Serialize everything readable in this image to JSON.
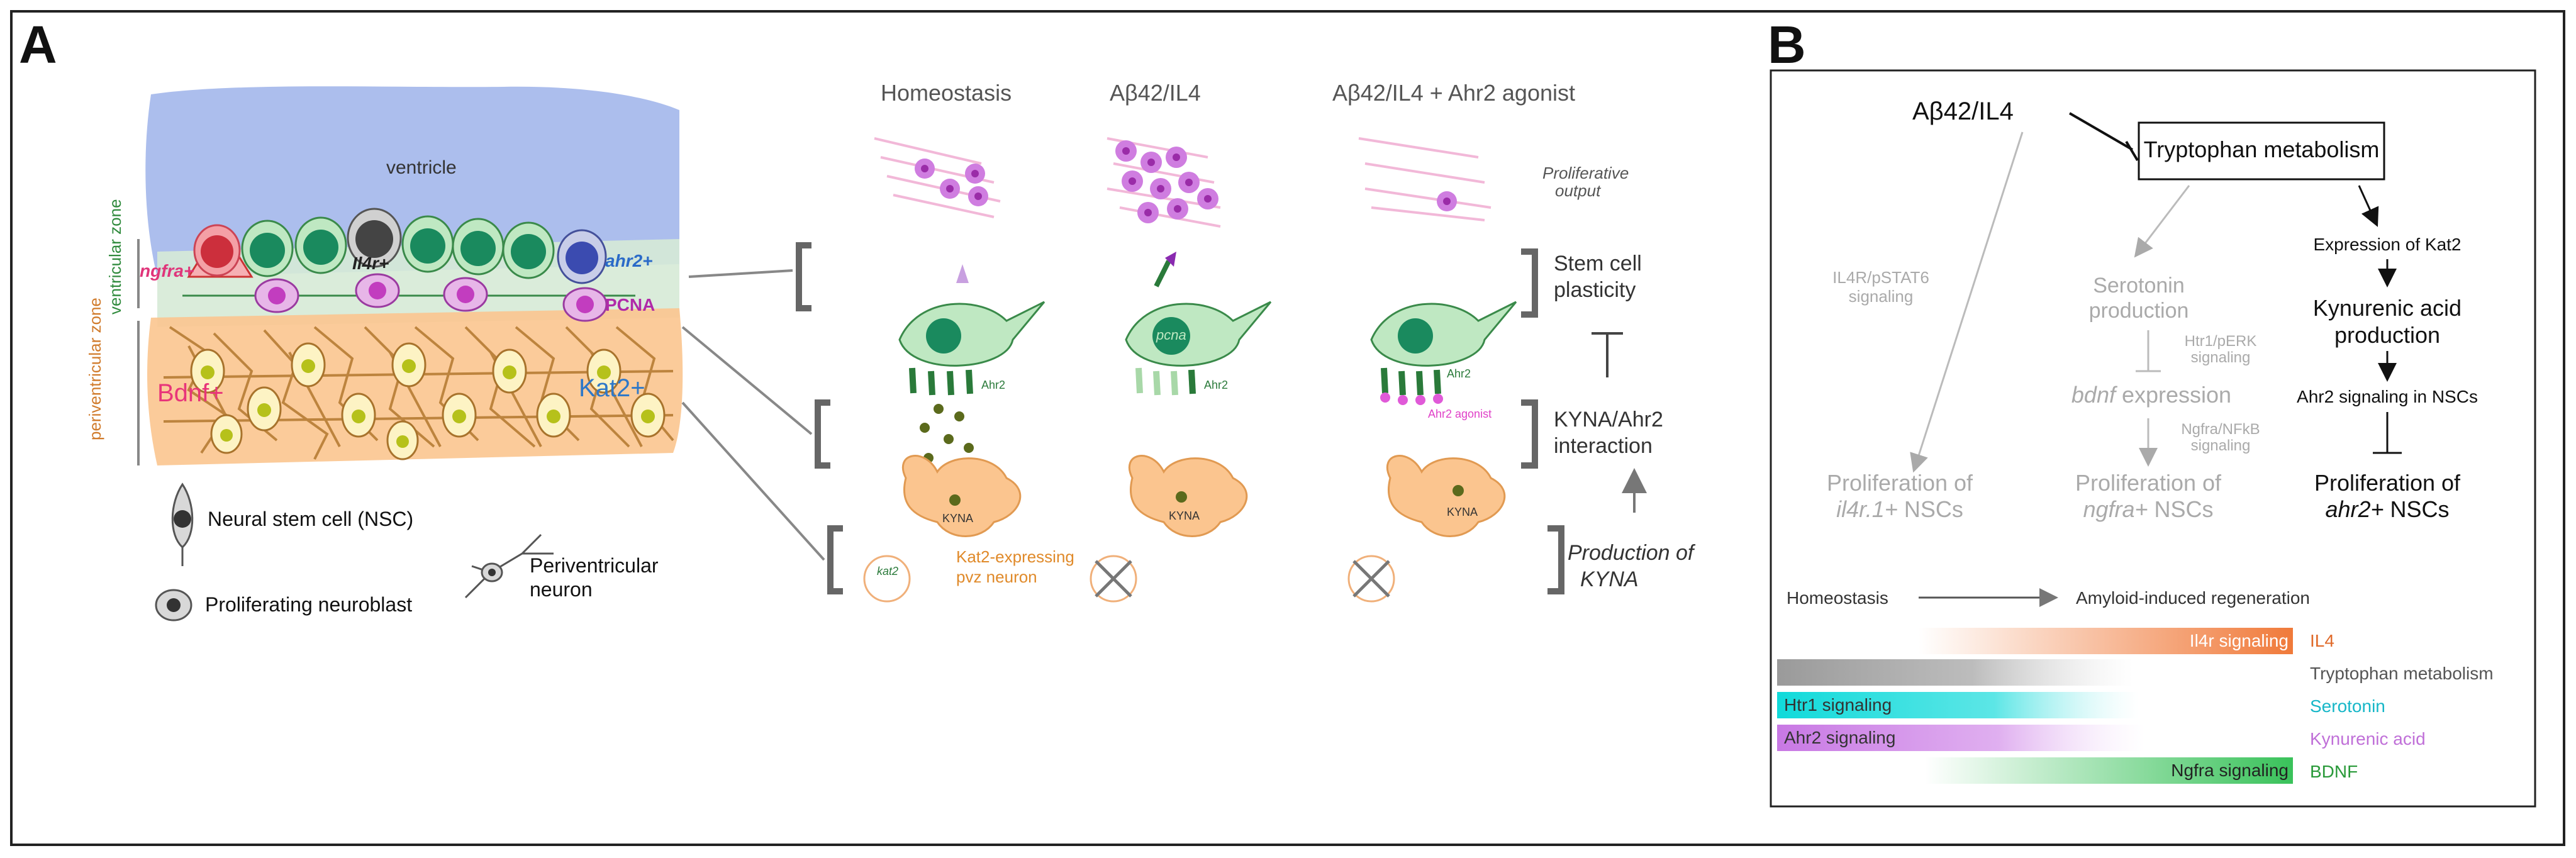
{
  "panel_a": {
    "letter": "A",
    "ventricle": "ventricle",
    "ventricular_zone": "ventricular zone",
    "periventricular_zone": "periventricular zone",
    "ngfra": "ngfra+",
    "il4r": "Il4r+",
    "ahr2": "ahr2+",
    "pcna": "PCNA",
    "bdnf": "Bdnf+",
    "kat2": "Kat2+",
    "legend": {
      "nsc": "Neural stem cell (NSC)",
      "neuroblast": "Proliferating neuroblast",
      "neuron": "Periventricular neuron"
    },
    "columns": [
      "Homeostasis",
      "Aβ42/IL4",
      "Aβ42/IL4 + Ahr2 agonist"
    ],
    "proliferative_output": "Proliferative output",
    "stem_cell_plasticity": "Stem cell plasticity",
    "kyna_interaction": "KYNA/Ahr2 interaction",
    "production_kyna": "Production of KYNA",
    "small": {
      "ahr2": "Ahr2",
      "pcna": "pcna",
      "kyna": "KYNA",
      "kat2": "kat2",
      "ahr2_agonist": "Ahr2 agonist"
    },
    "kat2_neuron": "Kat2-expressing pvz neuron"
  },
  "panel_b": {
    "letter": "B",
    "abeta": "Aβ42/IL4",
    "tryptophan": "Tryptophan metabolism",
    "il4r_signaling": "IL4R/pSTAT6 signaling",
    "serotonin_production": "Serotonin production",
    "htr1": "Htr1/pERK signaling",
    "bdnf_expr_italic": "bdnf",
    "bdnf_expr_rest": " expression",
    "ngfra_nfkb": "Ngfra/NFkB signaling",
    "prolif_il4r_1": "Proliferation of",
    "prolif_il4r_2": "il4r.1+",
    "prolif_il4r_3": " NSCs",
    "prolif_ngfra_1": "Proliferation of",
    "prolif_ngfra_2": "ngfra+",
    "prolif_ngfra_3": " NSCs",
    "kat2_expr": "Expression of Kat2",
    "kynurenic_1": "Kynurenic acid",
    "kynurenic_2": "production",
    "ahr2_nsc": "Ahr2 signaling in NSCs",
    "prolif_ahr2_1": "Proliferation of",
    "prolif_ahr2_2": "ahr2+",
    "prolif_ahr2_3": " NSCs",
    "homeostasis": "Homeostasis",
    "amyloid": "Amyloid-induced regeneration",
    "bars": [
      {
        "inner": "Il4r signaling",
        "outer": "IL4",
        "color": "#f07a3a",
        "outer_color": "#e06a2a"
      },
      {
        "inner": "",
        "outer": "Tryptophan metabolism",
        "color": "#999999",
        "outer_color": "#555555"
      },
      {
        "inner": "Htr1 signaling",
        "outer": "Serotonin",
        "color": "#12d6d6",
        "outer_color": "#17b7c8"
      },
      {
        "inner": "Ahr2 signaling",
        "outer": "Kynurenic acid",
        "color": "#cf86e8",
        "outer_color": "#c070d8"
      },
      {
        "inner": "Ngfra signaling",
        "outer": "BDNF",
        "color": "#39c25a",
        "outer_color": "#2a9a3a"
      }
    ]
  }
}
